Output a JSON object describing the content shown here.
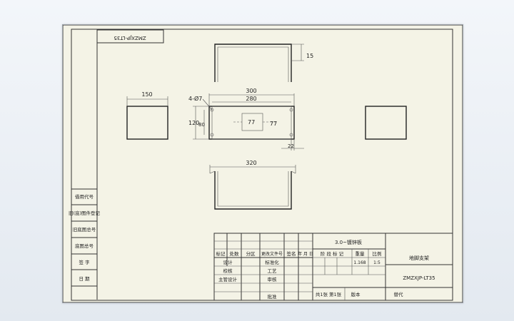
{
  "drawing": {
    "rotated_code": "ZMZXJP-LT35",
    "dims": {
      "side_height": "15",
      "width_150": "150",
      "hole_spec": "4-Ø7",
      "width_300": "300",
      "width_280": "280",
      "height_120": "120",
      "height_80": "80",
      "inner_77a": "77",
      "inner_77b": "77",
      "edge_22": "22",
      "bottom_320": "320"
    }
  },
  "left_strip": {
    "labels": [
      "借用代号",
      "旧(底)图件登记",
      "旧底图总号",
      "底图总号",
      "签 字",
      "日 期"
    ]
  },
  "title_block": {
    "material": "3.0~镀锌板",
    "part_name": "地脚支架",
    "drawing_code": "ZMZXJP-LT35",
    "header_cells": [
      "标记",
      "处数",
      "分区",
      "更改文件号",
      "签名",
      "年 月 日"
    ],
    "row_labels": [
      "设计",
      "标准化",
      "校核",
      "工艺",
      "主管设计",
      "审核",
      "批准"
    ],
    "stage_labels": [
      "阶 段 标 记",
      "重量",
      "比例"
    ],
    "weight": "1.168",
    "scale": "1:5",
    "sheet_info": "共1张 第1张",
    "version_label": "版本",
    "replace_label": "替代"
  }
}
